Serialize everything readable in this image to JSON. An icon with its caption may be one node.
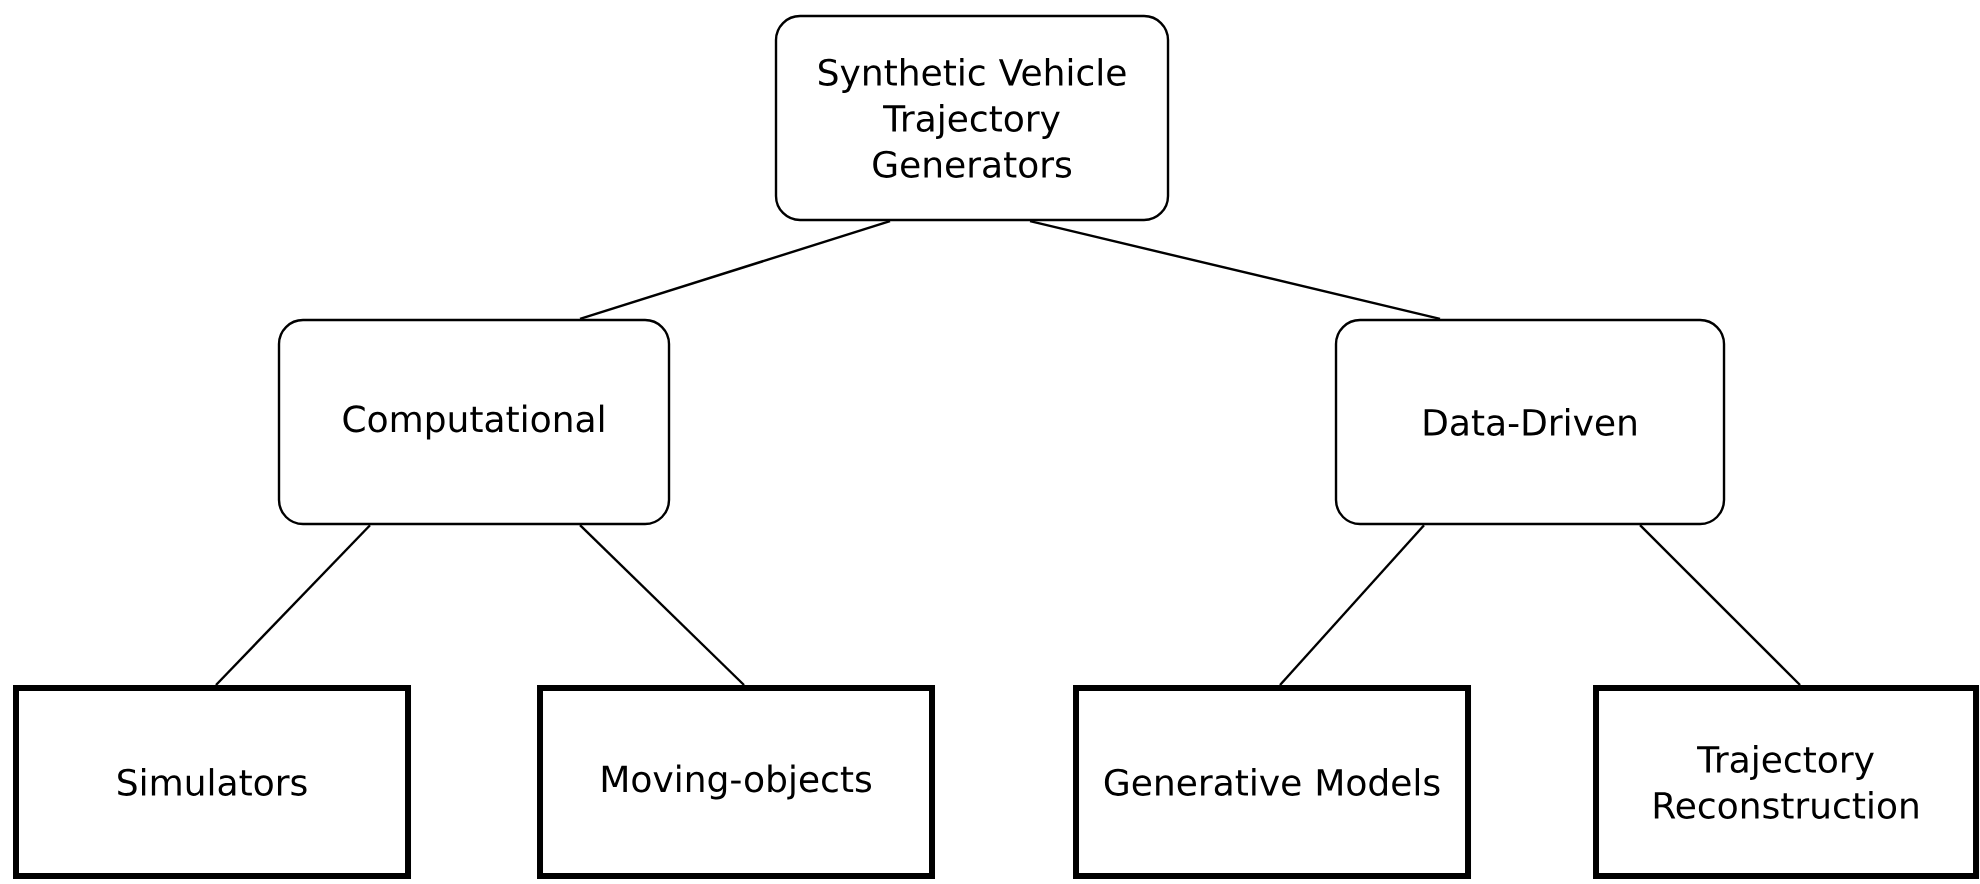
{
  "diagram": {
    "nodes": [
      {
        "text": [
          "Synthetic Vehicle Trajectory Generators"
        ]
      },
      {
        "text": [
          "Computational"
        ]
      },
      {
        "text": [
          "Data-Driven"
        ]
      },
      {
        "text": [
          "Simulators"
        ]
      },
      {
        "text": [
          "Moving-objects"
        ]
      },
      {
        "text": [
          "Generative Models"
        ]
      },
      {
        "text": [
          "Trajectory Reconstruction"
        ]
      }
    ],
    "edges": [
      {
        "from": 0,
        "to": 1,
        "arrow": "none"
      },
      {
        "from": 0,
        "to": 2,
        "arrow": "none"
      },
      {
        "from": 1,
        "to": 3,
        "arrow": "none"
      },
      {
        "from": 1,
        "to": 4,
        "arrow": "none"
      },
      {
        "from": 2,
        "to": 5,
        "arrow": "none"
      },
      {
        "from": 2,
        "to": 6,
        "arrow": "none"
      }
    ]
  }
}
